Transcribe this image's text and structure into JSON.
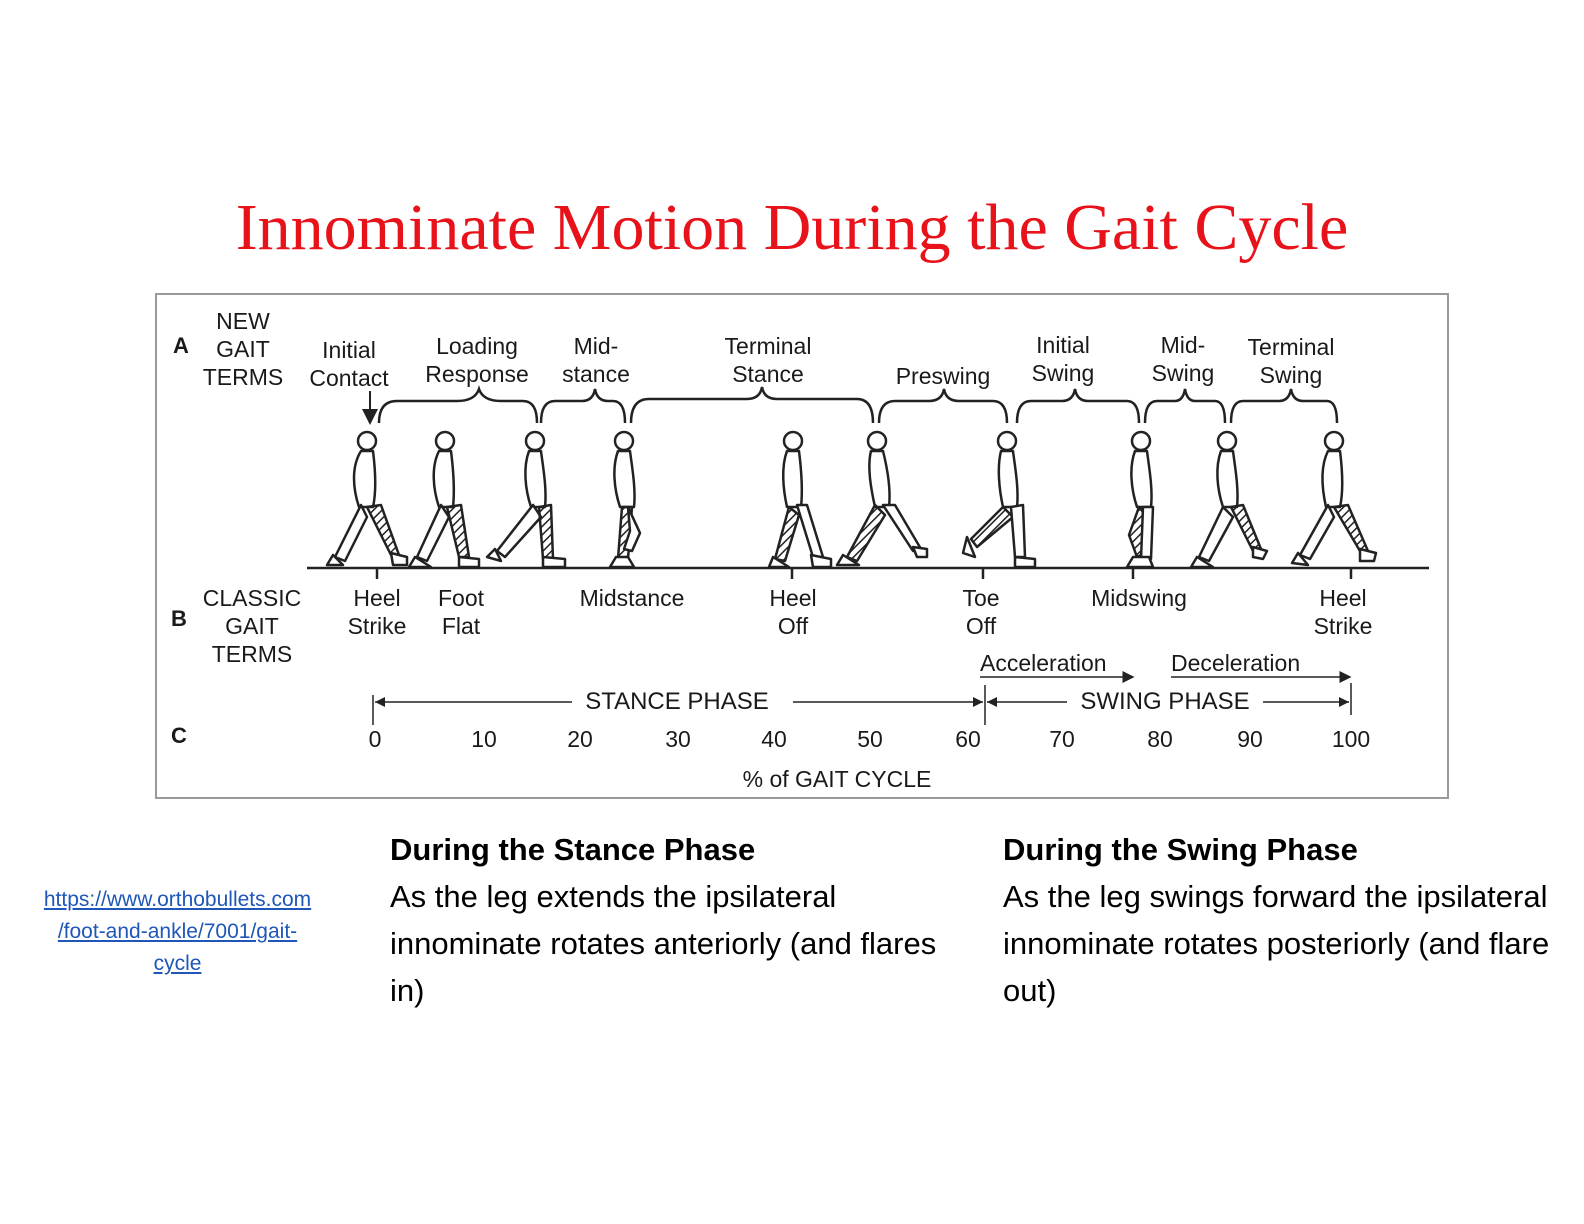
{
  "title": "Innominate Motion During the Gait Cycle",
  "diagram": {
    "row_a": {
      "letter": "A",
      "label": [
        "NEW",
        "GAIT",
        "TERMS"
      ],
      "terms": [
        [
          "Initial",
          "Contact"
        ],
        [
          "Loading",
          "Response"
        ],
        [
          "Mid-",
          "stance"
        ],
        [
          "Terminal",
          "Stance"
        ],
        [
          "Preswing"
        ],
        [
          "Initial",
          "Swing"
        ],
        [
          "Mid-",
          "Swing"
        ],
        [
          "Terminal",
          "Swing"
        ]
      ]
    },
    "row_b": {
      "letter": "B",
      "label": [
        "CLASSIC",
        "GAIT",
        "TERMS"
      ],
      "terms": [
        [
          "Heel",
          "Strike"
        ],
        [
          "Foot",
          "Flat"
        ],
        [
          "Midstance"
        ],
        [
          "Heel",
          "Off"
        ],
        [
          "Toe",
          "Off"
        ],
        [
          "Midswing"
        ],
        [
          "Heel",
          "Strike"
        ]
      ],
      "acceleration": "Acceleration",
      "deceleration": "Deceleration"
    },
    "row_c": {
      "letter": "C",
      "stance_phase": "STANCE PHASE",
      "swing_phase": "SWING PHASE",
      "percent_ticks": [
        "0",
        "10",
        "20",
        "30",
        "40",
        "50",
        "60",
        "70",
        "80",
        "90",
        "100"
      ],
      "axis_label": "% of GAIT CYCLE"
    }
  },
  "source_link": [
    "https://www.orthobullets.com",
    "/foot-and-ankle/7001/gait-",
    "cycle"
  ],
  "stance_note": {
    "heading": "During the Stance Phase",
    "body": "As the leg extends the ipsilateral innominate rotates anteriorly (and flares in)"
  },
  "swing_note": {
    "heading": "During the Swing Phase",
    "body": "As the leg swings forward the ipsilateral innominate rotates posteriorly (and flare out)"
  },
  "colors": {
    "title": "#e8121a",
    "link": "#1f57b8",
    "border": "#9a9a9a"
  }
}
